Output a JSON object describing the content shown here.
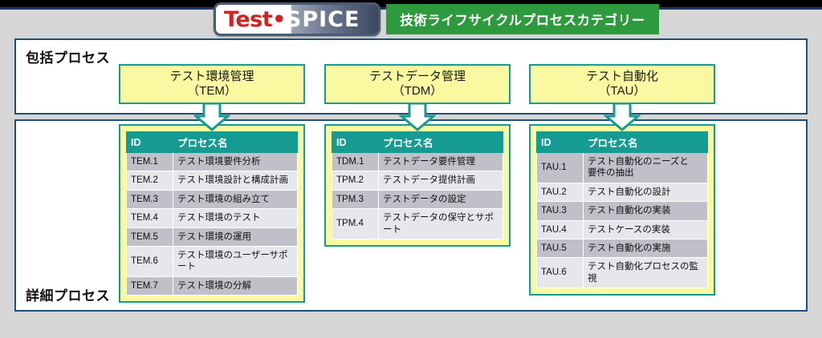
{
  "header": {
    "logo": {
      "part1": "Test",
      "separator": "•",
      "part2": "SPICE"
    },
    "banner_title": "技術ライフサイクルプロセスカテゴリー"
  },
  "sections": {
    "top_label": "包括プロセス",
    "bottom_label": "詳細プロセス"
  },
  "table_headers": {
    "id": "ID",
    "name": "プロセス名"
  },
  "categories": [
    {
      "name": "テスト環境管理",
      "abbr": "（TEM）",
      "rows": [
        {
          "id": "TEM.1",
          "name": [
            "テスト環境要件分析"
          ]
        },
        {
          "id": "TEM.2",
          "name": [
            "テスト環境設計と構成計画"
          ]
        },
        {
          "id": "TEM.3",
          "name": [
            "テスト環境の組み立て"
          ]
        },
        {
          "id": "TEM.4",
          "name": [
            "テスト環境のテスト"
          ]
        },
        {
          "id": "TEM.5",
          "name": [
            "テスト環境の運用"
          ]
        },
        {
          "id": "TEM.6",
          "name": [
            "テスト環境のユーザーサポート"
          ]
        },
        {
          "id": "TEM.7",
          "name": [
            "テスト環境の分解"
          ]
        }
      ]
    },
    {
      "name": "テストデータ管理",
      "abbr": "（TDM）",
      "rows": [
        {
          "id": "TDM.1",
          "name": [
            "テストデータ要件管理"
          ]
        },
        {
          "id": "TPM.2",
          "name": [
            "テストデータ提供計画"
          ]
        },
        {
          "id": "TPM.3",
          "name": [
            "テストデータの設定"
          ]
        },
        {
          "id": "TPM.4",
          "name": [
            "テストデータの保守とサポート"
          ]
        }
      ]
    },
    {
      "name": "テスト自動化",
      "abbr": "（TAU）",
      "rows": [
        {
          "id": "TAU.1",
          "name": [
            "テスト自動化のニーズと",
            "要件の抽出"
          ]
        },
        {
          "id": "TAU.2",
          "name": [
            "テスト自動化の設計"
          ]
        },
        {
          "id": "TAU.3",
          "name": [
            "テスト自動化の実装"
          ]
        },
        {
          "id": "TAU.4",
          "name": [
            "テストケースの実装"
          ]
        },
        {
          "id": "TAU.5",
          "name": [
            "テスト自動化の実施"
          ]
        },
        {
          "id": "TAU.6",
          "name": [
            "テスト自動化プロセスの監視"
          ]
        }
      ]
    }
  ],
  "colors": {
    "banner_green": "#2e9a3e",
    "teal": "#159b92",
    "yellow": "#faf8a0",
    "navy": "#1f4e79",
    "logo_red": "#d32020",
    "row_dark": "#bfc0c8",
    "row_light": "#e6e7eb"
  }
}
